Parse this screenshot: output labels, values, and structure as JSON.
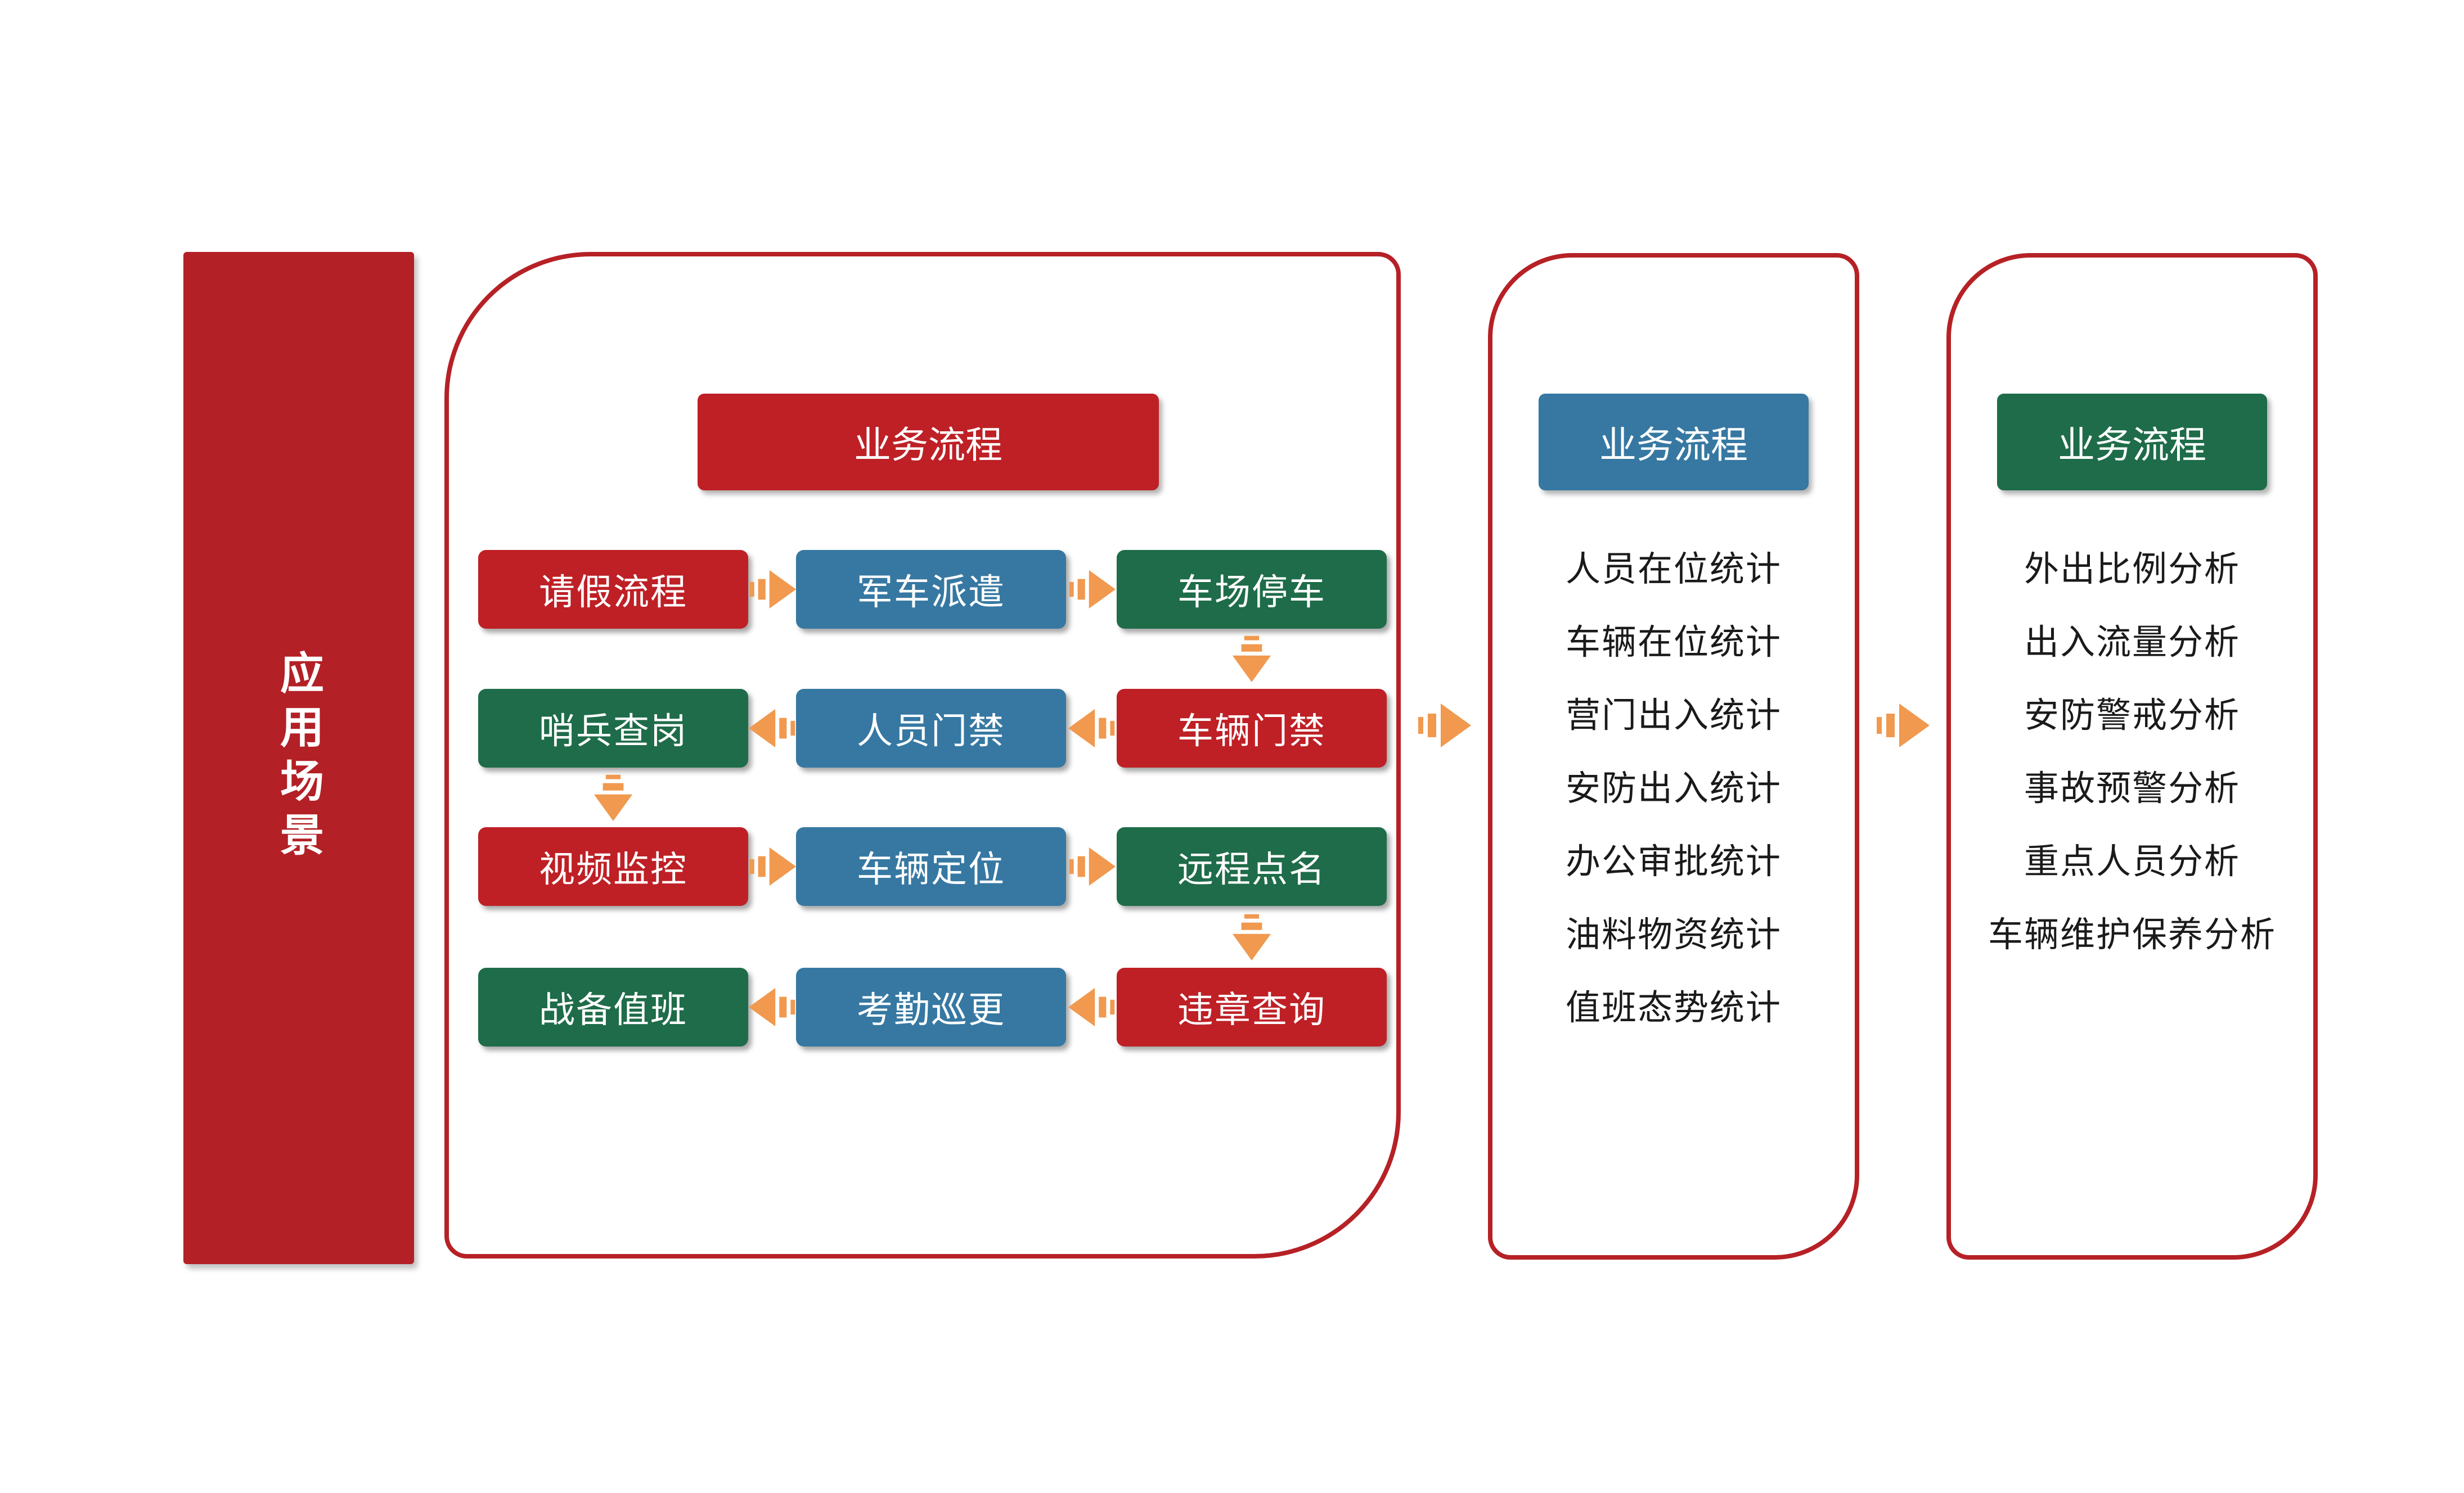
{
  "colors": {
    "background": "#FFFFFF",
    "bar_red": "#B32025",
    "box_red": "#BE2026",
    "box_blue": "#3678A2",
    "box_green": "#1E6C49",
    "panel_border_red": "#B62126",
    "arrow_orange": "#F0994F",
    "list_text": "#1A1A1A",
    "white_text": "#FFFFFF"
  },
  "sidebar": {
    "label": "应用场景"
  },
  "flow": {
    "header": "业务流程",
    "rows": [
      [
        "请假流程",
        "军车派遣",
        "车场停车"
      ],
      [
        "哨兵查岗",
        "人员门禁",
        "车辆门禁"
      ],
      [
        "视频监控",
        "车辆定位",
        "远程点名"
      ],
      [
        "战备值班",
        "考勤巡更",
        "违章查询"
      ]
    ]
  },
  "stats": {
    "header": "业务流程",
    "items": [
      "人员在位统计",
      "车辆在位统计",
      "营门出入统计",
      "安防出入统计",
      "办公审批统计",
      "油料物资统计",
      "值班态势统计"
    ]
  },
  "analysis": {
    "header": "业务流程",
    "items": [
      "外出比例分析",
      "出入流量分析",
      "安防警戒分析",
      "事故预警分析",
      "重点人员分析",
      "车辆维护保养分析"
    ]
  },
  "icons": {
    "right_arrow": "striped-arrow-right",
    "left_arrow": "striped-arrow-left",
    "down_arrow": "striped-arrow-down"
  }
}
